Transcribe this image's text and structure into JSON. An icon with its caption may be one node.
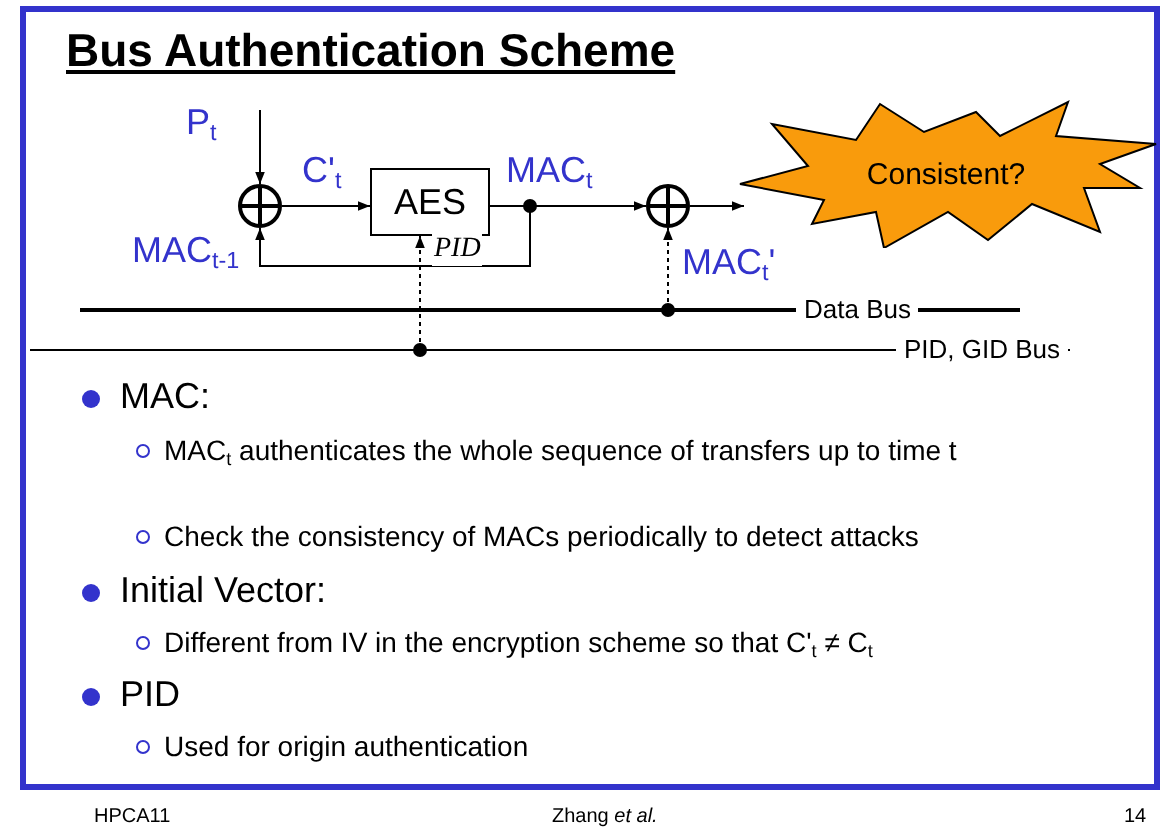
{
  "diagram": {
    "title": "Bus Authentication Scheme",
    "nodes": [
      {
        "text": [],
        "shape": "circle"
      },
      {
        "text": [
          "AES"
        ]
      },
      {
        "text": [],
        "shape": "circle"
      },
      {
        "text": [
          "Consistent?"
        ]
      },
      {
        "text": [
          "Data Bus"
        ]
      },
      {
        "text": [
          "PID, GID Bus"
        ]
      }
    ],
    "edges": [
      {
        "from": null,
        "to": 0,
        "arrow": "to",
        "label": "P$_{t}$"
      },
      {
        "from": 0,
        "to": 1,
        "arrow": "to",
        "label": "C'$_{t}$"
      },
      {
        "from": 1,
        "to": 2,
        "arrow": "to",
        "label": "MAC$_{t}$"
      },
      {
        "from": 1,
        "to": 0,
        "arrow": "to",
        "label": "MAC$_{t-1}$"
      },
      {
        "from": 2,
        "to": 3,
        "arrow": "to"
      },
      {
        "from": 4,
        "to": 2,
        "arrow": "to",
        "label": "MAC$_{t}$'",
        "style": "dashed"
      },
      {
        "from": 5,
        "to": 1,
        "arrow": "to",
        "label": "PID",
        "style": "dashed"
      }
    ],
    "labels": [
      "MAC:",
      "MAC$_{t}$ authenticates the whole sequence of transfers up to time t",
      "Check the consistency of MACs periodically to detect attacks",
      "Initial Vector:",
      "Different from IV in the encryption scheme so that C'$_{t}$ ≠ C$_{t}$",
      "PID",
      "Used for origin authentication",
      "HPCA11",
      "Zhang *et al.*",
      "14"
    ]
  }
}
